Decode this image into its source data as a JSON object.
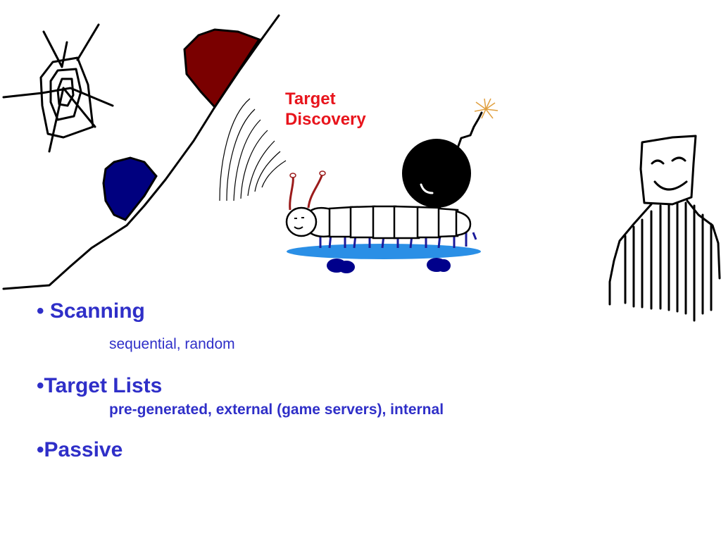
{
  "slide": {
    "title_lines": [
      "Target",
      "Discovery"
    ],
    "bullets": [
      {
        "marker": "• ",
        "label": "Scanning",
        "sub": "sequential, random"
      },
      {
        "marker": "•",
        "label": "Target Lists",
        "sub": "pre-generated, external (game servers), internal"
      },
      {
        "marker": "•",
        "label": "Passive",
        "sub": ""
      }
    ]
  },
  "colors": {
    "title": "#e8141c",
    "bullet_text": "#2f2fc8",
    "red_rock": "#7a0000",
    "blue_rock": "#00007f",
    "skateboard": "#2a8fe6",
    "wheels": "#00008b",
    "worm_legs": "#1a1a9a",
    "antennae": "#9b1b1b",
    "fuse_spark": "#e0a040"
  },
  "illustration": {
    "elements": [
      "spider-web",
      "mountain-slope",
      "red-rock",
      "blue-rock",
      "signal-waves",
      "worm",
      "bomb",
      "skateboard",
      "person"
    ]
  }
}
